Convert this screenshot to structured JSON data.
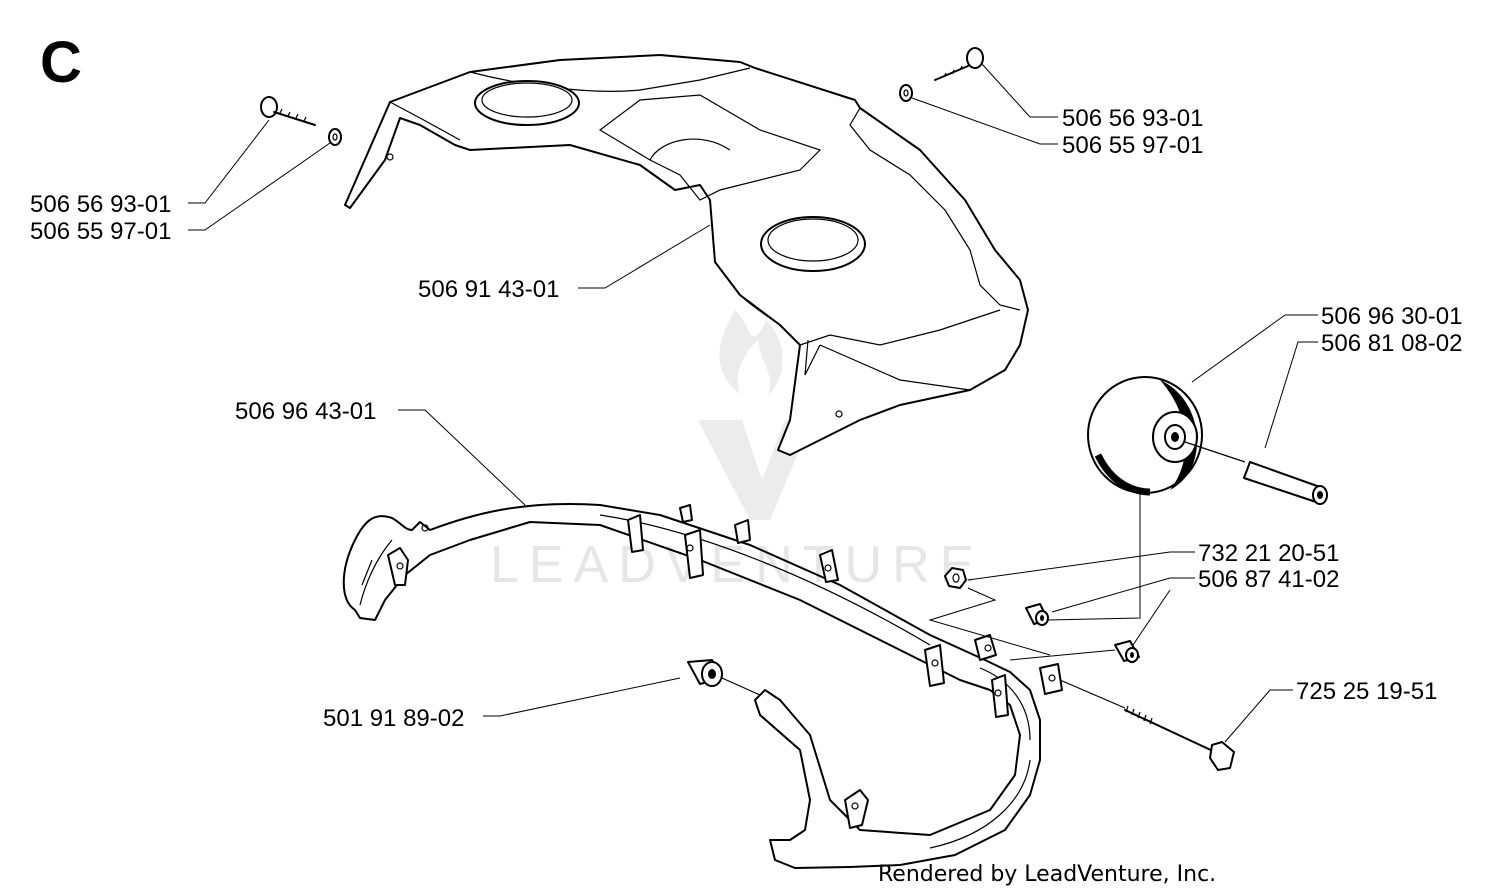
{
  "section_letter": "C",
  "watermark": "LEADVENTURE",
  "footer": "Rendered by LeadVenture, Inc.",
  "labels": {
    "screw_left": "506 56 93-01",
    "washer_left": "506 55 97-01",
    "screw_right": "506 56 93-01",
    "washer_right": "506 55 97-01",
    "cover": "506 91 43-01",
    "wheel": "506 96 30-01",
    "axle": "506 81 08-02",
    "bumper": "506 96 43-01",
    "nut": "732 21 20-51",
    "spacer": "506 87 41-02",
    "bolt": "725 25 19-51",
    "bushing": "501 91 89-02"
  }
}
